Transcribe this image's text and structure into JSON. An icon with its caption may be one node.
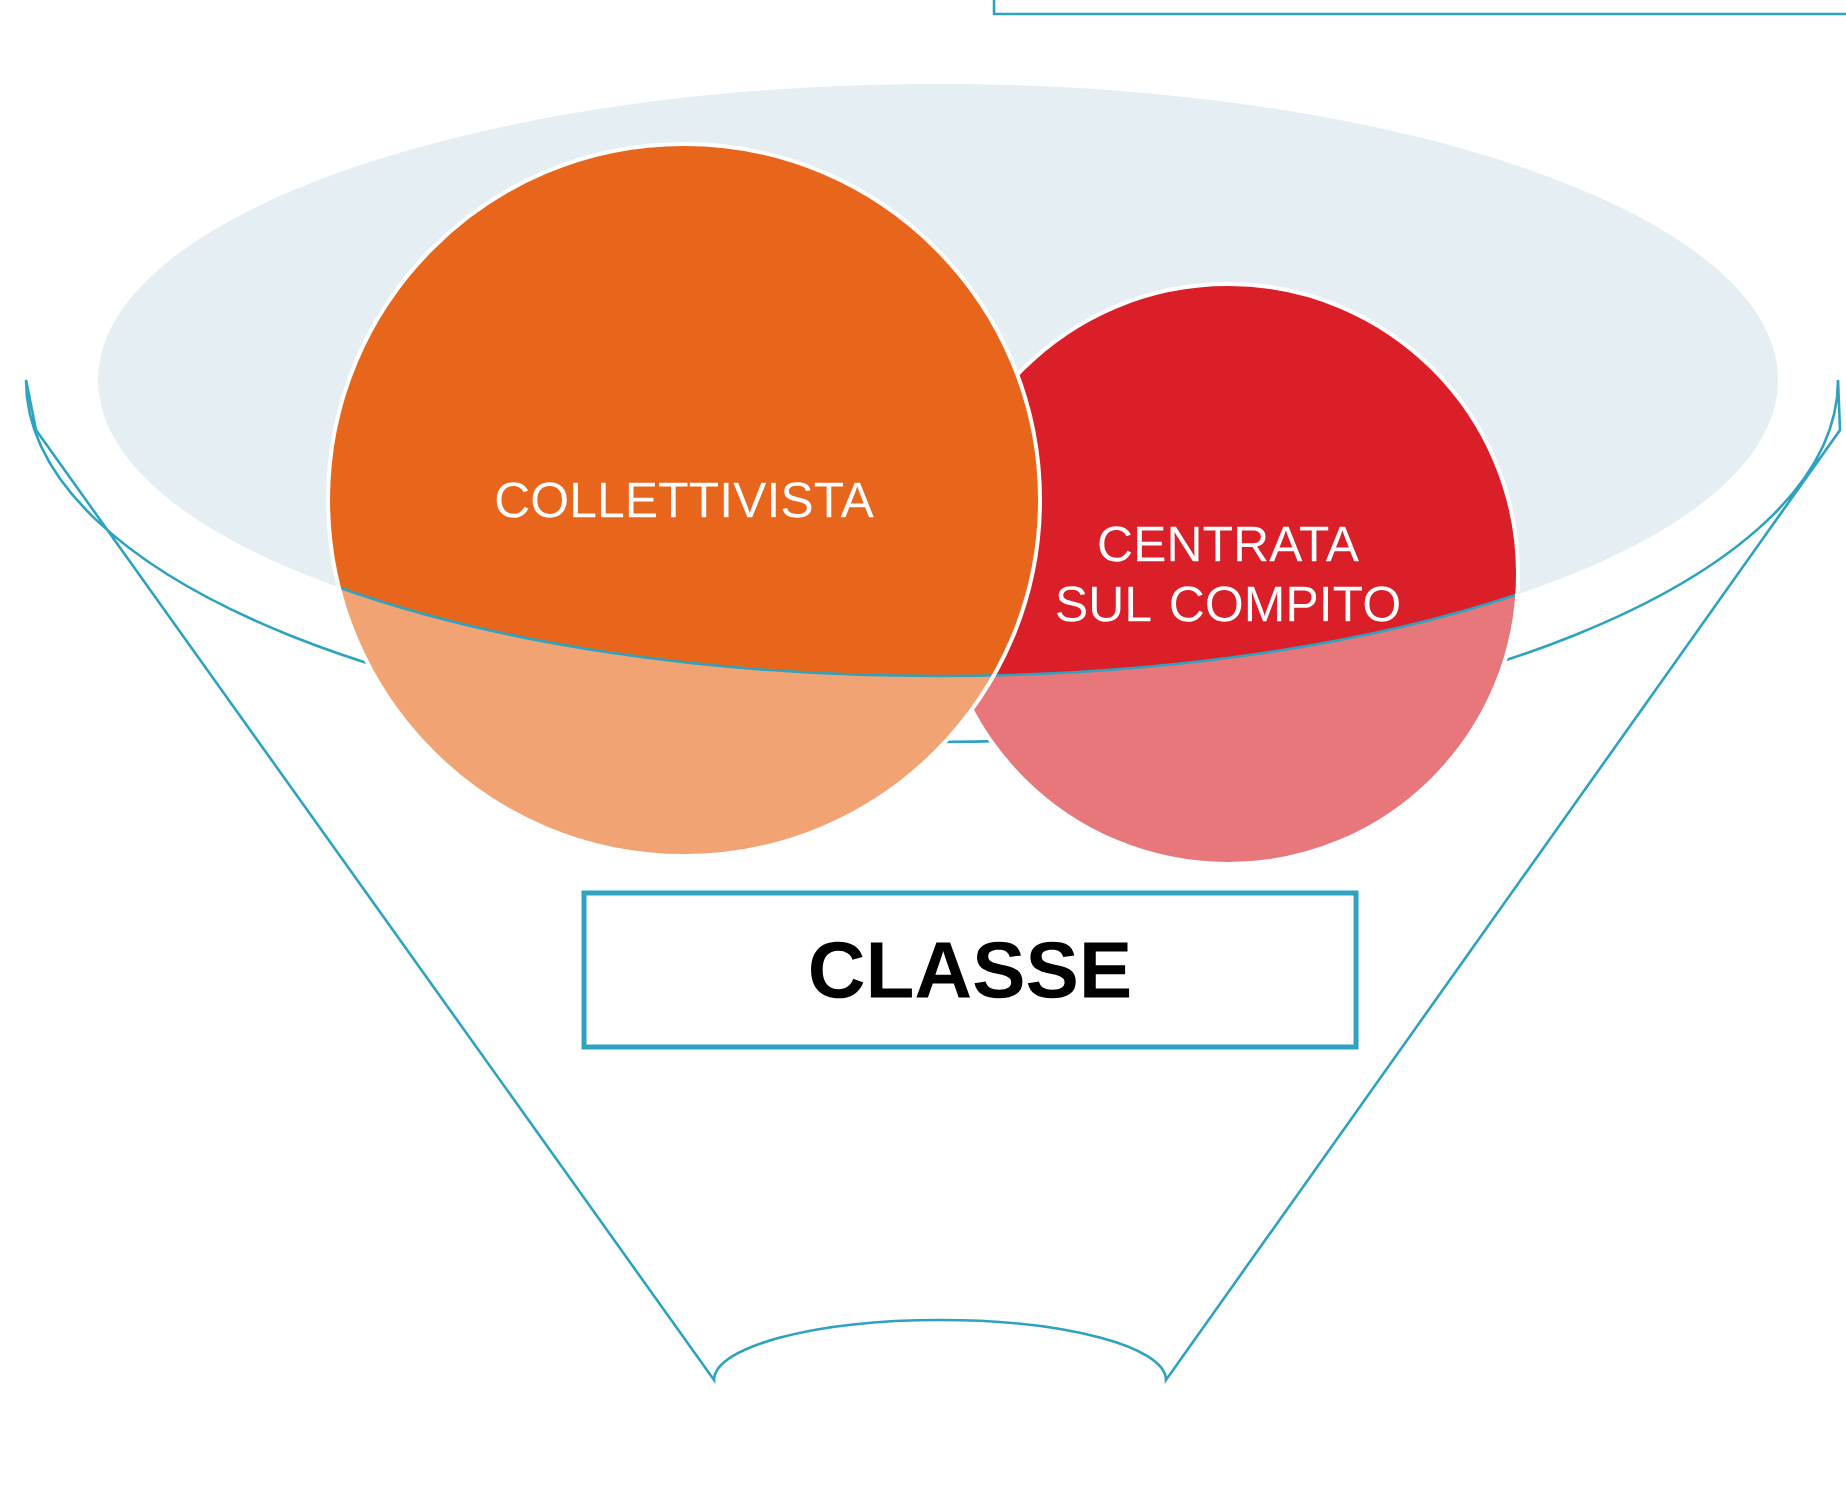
{
  "diagram": {
    "nodes": [
      {
        "text": [
          "COLLETTIVISTA"
        ]
      },
      {
        "text": [
          "CENTRATA SUL COMPITO"
        ]
      },
      {
        "text": [
          "CLASSE"
        ]
      }
    ]
  }
}
